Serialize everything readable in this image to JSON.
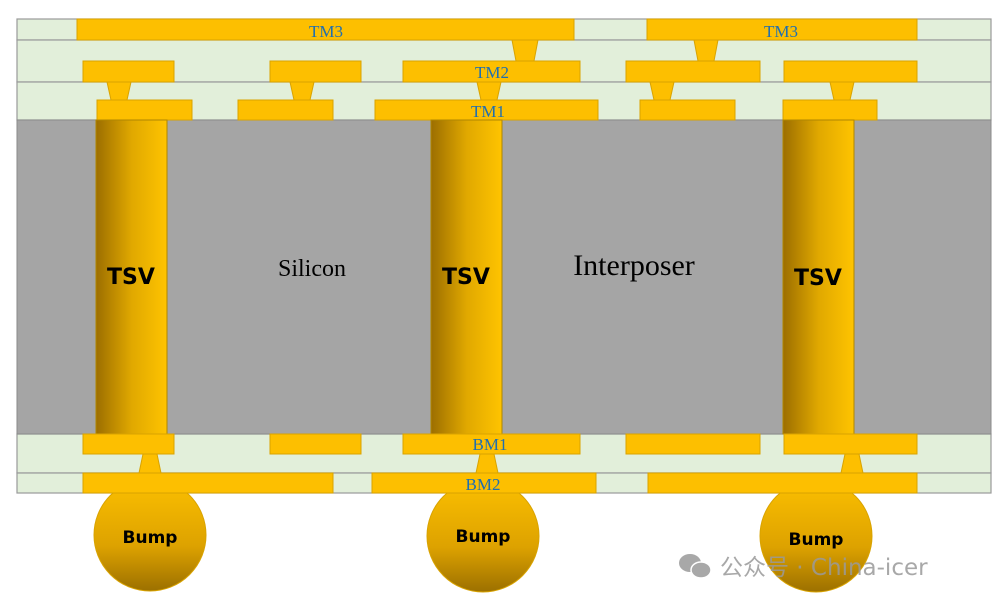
{
  "labels": {
    "tm3": "TM3",
    "tm2": "TM2",
    "tm1": "TM1",
    "bm1": "BM1",
    "bm2": "BM2",
    "tsv": "TSV",
    "silicon": "Silicon",
    "interposer": "Interposer",
    "bump": "Bump"
  },
  "watermark": {
    "icon": "wechat-icon",
    "text": "公众号 · China-icer"
  },
  "colors": {
    "metal": "#fdbf00",
    "metal_edge": "#d9a300",
    "dielectric": "#e2efda",
    "silicon": "#a5a5a5",
    "label": "#1f6fb0"
  }
}
